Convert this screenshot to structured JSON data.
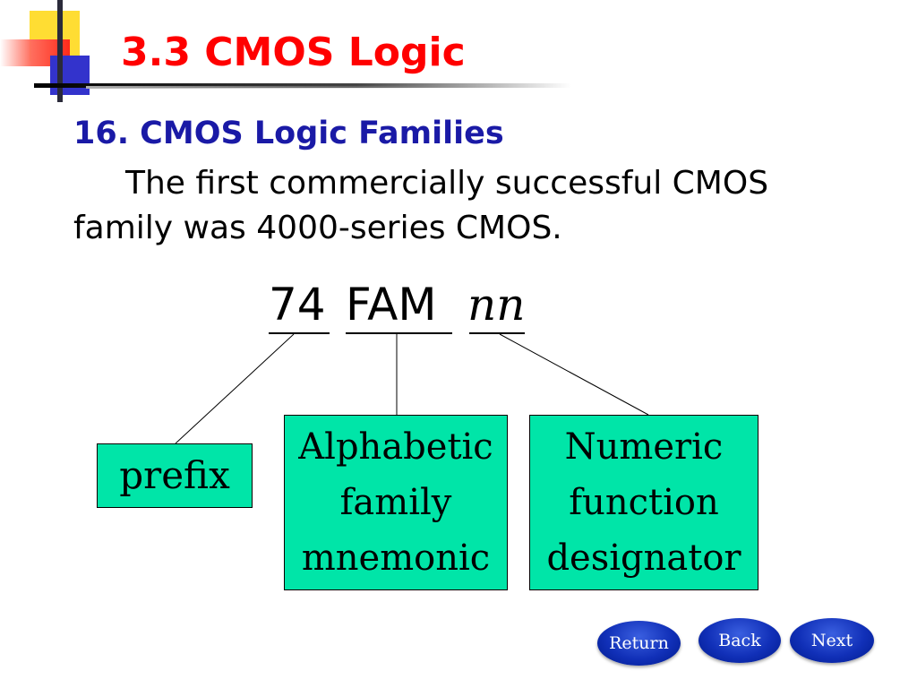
{
  "slide": {
    "title": "3.3 CMOS Logic",
    "subtitle": "16. CMOS Logic Families",
    "body": "The first commercially successful CMOS family was 4000-series CMOS."
  },
  "diagram": {
    "code_parts": {
      "prefix": "74",
      "family": "FAM",
      "number": "nn"
    },
    "boxes": {
      "prefix": "prefix",
      "family": [
        "Alphabetic",
        "family",
        "mnemonic"
      ],
      "numeric": [
        "Numeric",
        "function",
        "designator"
      ]
    }
  },
  "nav": {
    "return": "Return",
    "back": "Back",
    "next": "Next"
  },
  "colors": {
    "title": "#ff0000",
    "subtitle": "#1a1aa6",
    "box_fill": "#00e5a8",
    "nav_button": "#1130b8"
  }
}
